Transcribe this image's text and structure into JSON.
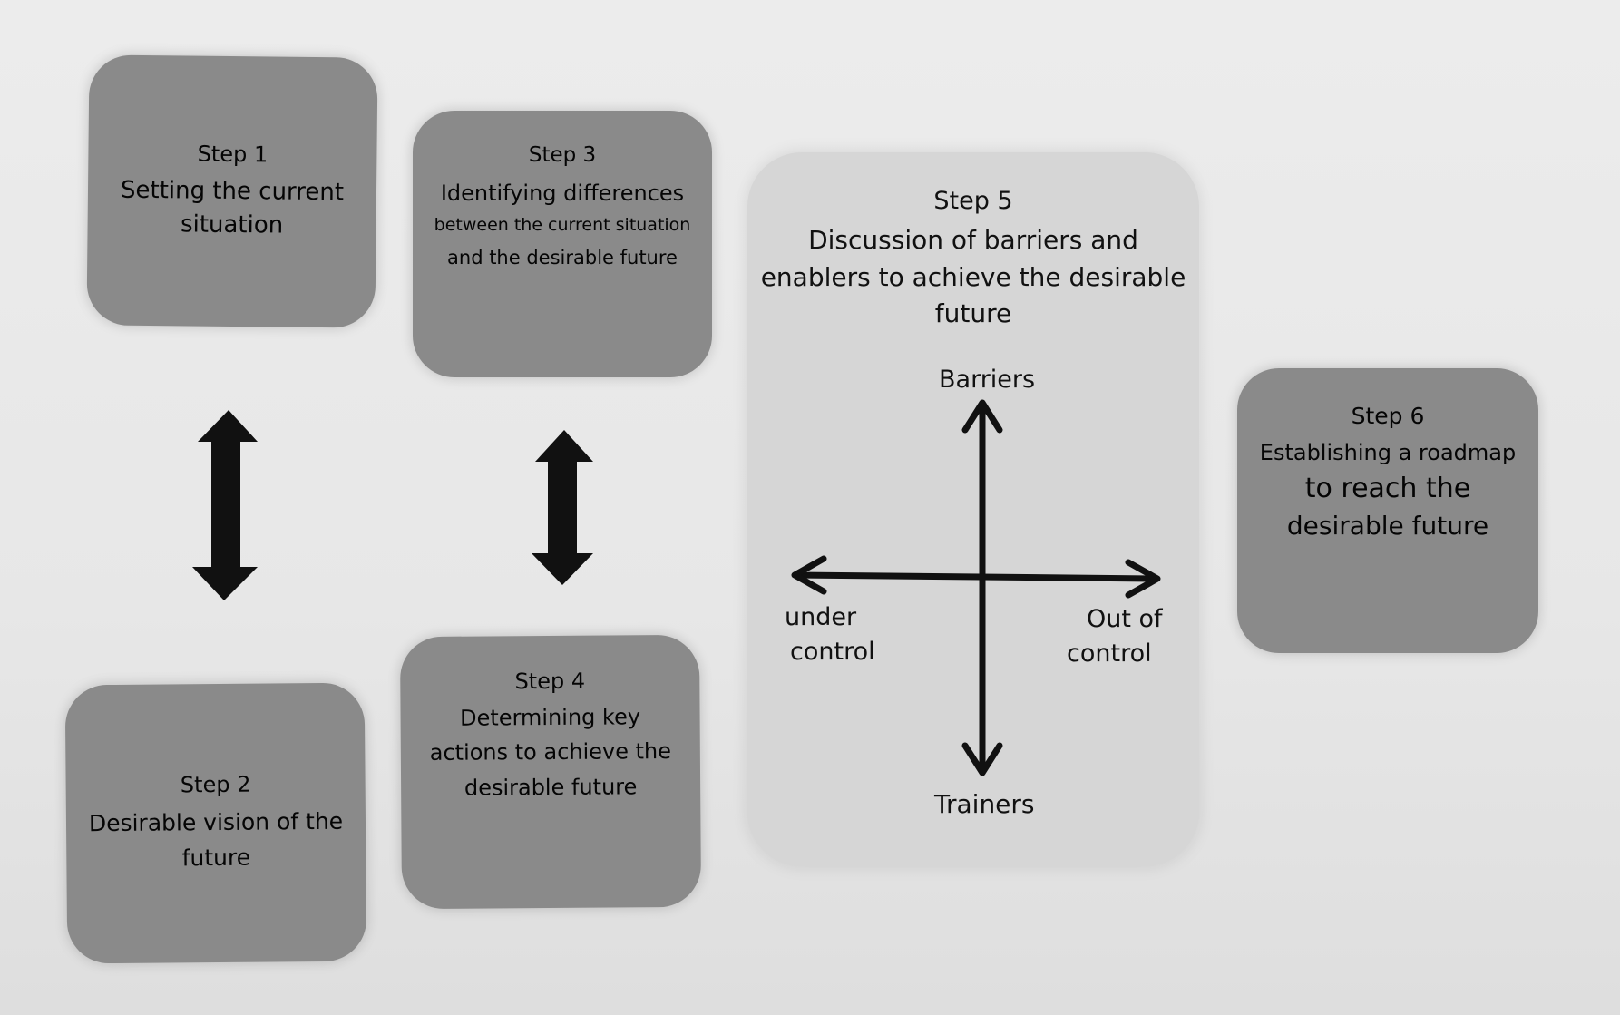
{
  "steps": {
    "step1": {
      "label": "Step 1",
      "lines": [
        "Setting the current",
        "situation"
      ]
    },
    "step2": {
      "label": "Step 2",
      "lines": [
        "Desirable vision of the",
        "future"
      ]
    },
    "step3": {
      "label": "Step 3",
      "lines": [
        "Identifying differences",
        "between the current situation",
        "and the desirable future"
      ]
    },
    "step4": {
      "label": "Step 4",
      "lines": [
        "Determining key",
        "actions to achieve the",
        "desirable future"
      ]
    },
    "step5": {
      "label": "Step 5",
      "lines": [
        "Discussion of barriers and",
        "enablers to achieve the desirable",
        "future"
      ]
    },
    "step6": {
      "label": "Step 6",
      "lines": [
        "Establishing a roadmap",
        "to reach the",
        "desirable future"
      ]
    }
  },
  "quadrant": {
    "top": "Barriers",
    "bottom": "Trainers",
    "left": [
      "under",
      "control"
    ],
    "right": [
      "Out of",
      "control"
    ]
  },
  "colors": {
    "dark_box": "#8a8a8a",
    "light_box": "#d6d6d6",
    "arrow": "#111111"
  }
}
